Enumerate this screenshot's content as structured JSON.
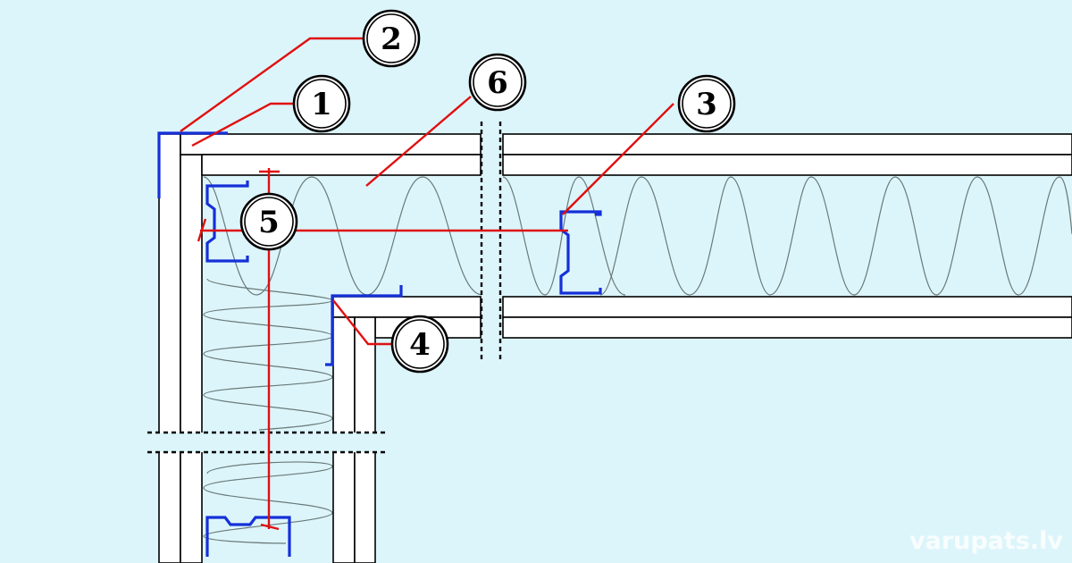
{
  "colors": {
    "background": "#dcf5fb",
    "board": "#ffffff",
    "outline": "#000000",
    "leader": "#e01010",
    "profile": "#1530d8",
    "insulation": "#6a7a78",
    "watermark": "#ffffff"
  },
  "callouts": [
    {
      "id": "1",
      "label": "1"
    },
    {
      "id": "2",
      "label": "2"
    },
    {
      "id": "3",
      "label": "3"
    },
    {
      "id": "4",
      "label": "4"
    },
    {
      "id": "5",
      "label": "5"
    },
    {
      "id": "6",
      "label": "6"
    }
  ],
  "watermark": "varupats.lv"
}
